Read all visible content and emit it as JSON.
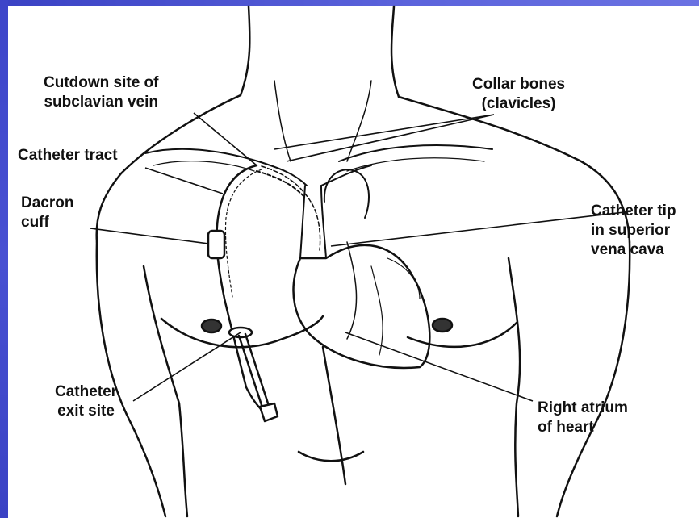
{
  "colors": {
    "slide_band": "#3d45c9",
    "ink": "#111111",
    "background": "#ffffff"
  },
  "labels": {
    "cutdown_site": [
      "Cutdown site of",
      "subclavian vein"
    ],
    "collar_bones": [
      "Collar bones",
      "(clavicles)"
    ],
    "catheter_tract": [
      "Catheter tract"
    ],
    "dacron_cuff": [
      "Dacron",
      "cuff"
    ],
    "catheter_tip": [
      "Catheter tip",
      "in superior",
      "vena cava"
    ],
    "catheter_exit_site": [
      "Catheter",
      "exit site"
    ],
    "right_atrium": [
      "Right atrium",
      "of heart"
    ]
  }
}
